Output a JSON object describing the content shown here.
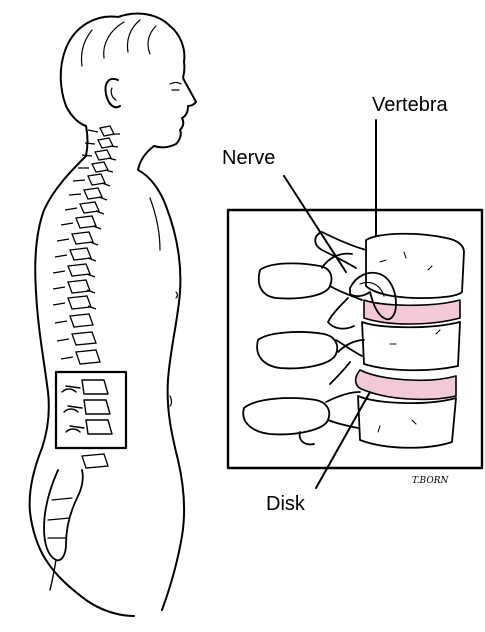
{
  "labels": {
    "vertebra": "Vertebra",
    "nerve": "Nerve",
    "disk": "Disk"
  },
  "artist_signature": "T.BORN",
  "colors": {
    "ink": "#000000",
    "disk_pink": "#f3c9d6",
    "background": "#ffffff"
  }
}
